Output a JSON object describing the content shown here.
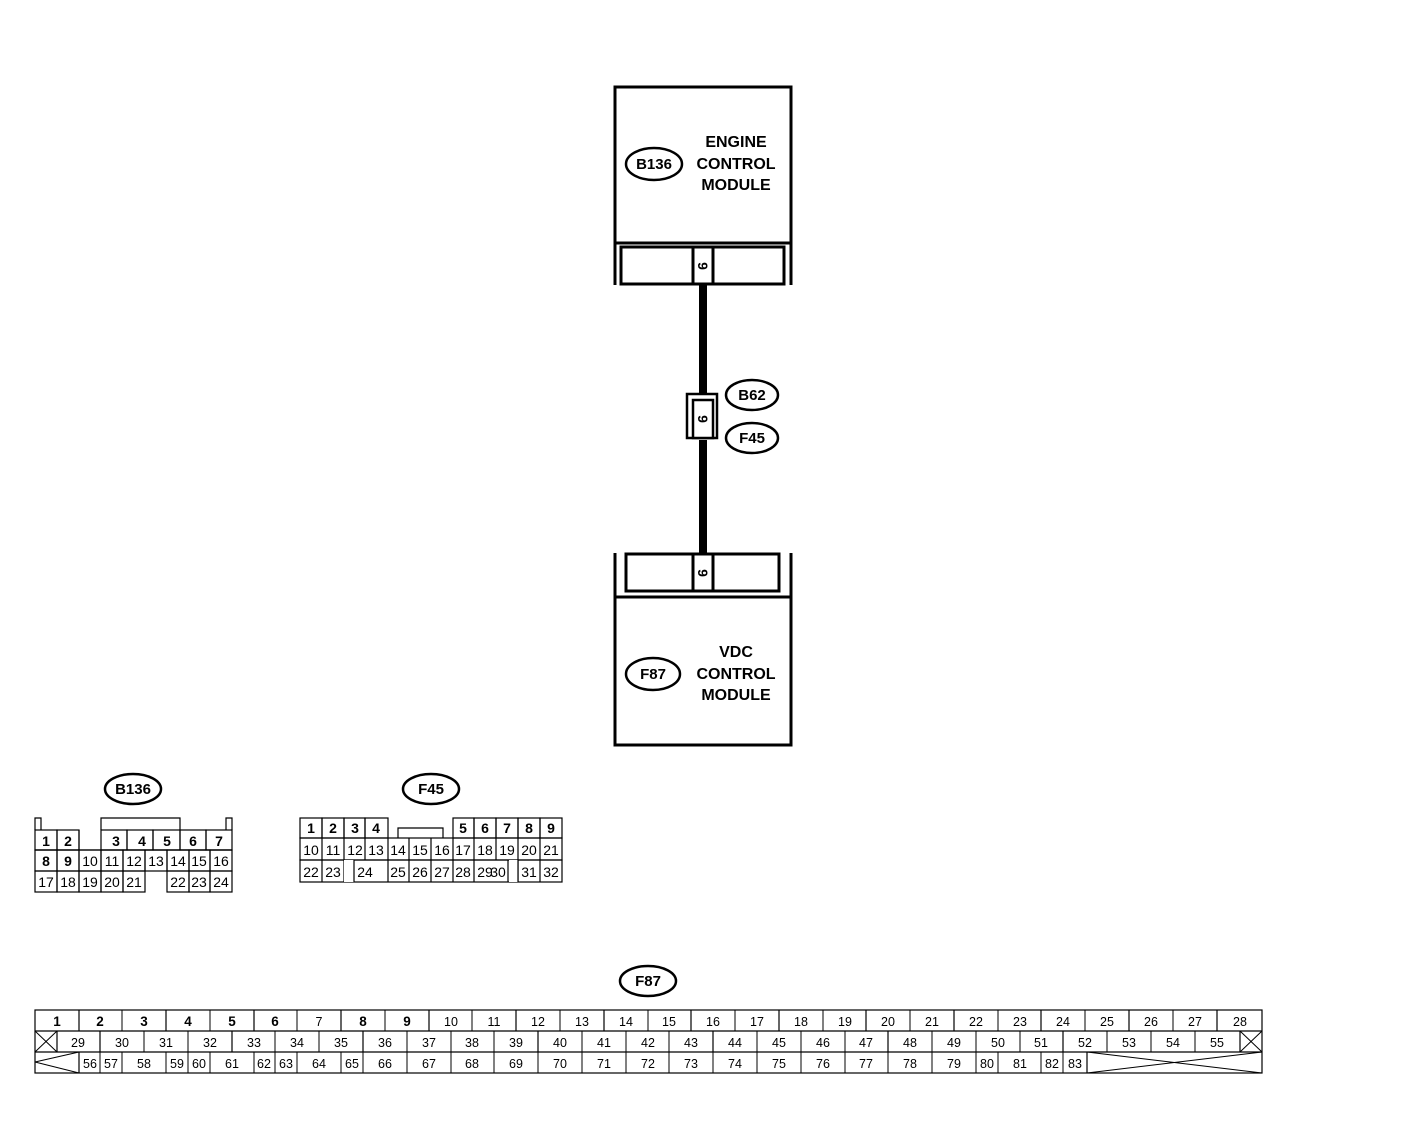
{
  "modules": {
    "ecm": {
      "connector": "B136",
      "lines": [
        "ENGINE",
        "CONTROL",
        "MODULE"
      ],
      "pin": "9"
    },
    "vdc": {
      "connector": "F87",
      "lines": [
        "VDC",
        "CONTROL",
        "MODULE"
      ],
      "pin": "9"
    }
  },
  "joint": {
    "pin": "9",
    "connector_top": "B62",
    "connector_bottom": "F45"
  },
  "faces": {
    "b136": {
      "label": "B136",
      "row1": [
        "1",
        "2",
        "",
        "3",
        "4",
        "5",
        "6",
        "7"
      ],
      "row2": [
        "8",
        "9",
        "10",
        "11",
        "12",
        "13",
        "14",
        "15",
        "16"
      ],
      "row3": [
        "17",
        "18",
        "19",
        "20",
        "21",
        "",
        "22",
        "23",
        "24"
      ]
    },
    "f45": {
      "label": "F45",
      "row1": [
        "1",
        "2",
        "3",
        "4",
        "",
        "",
        "",
        "5",
        "6",
        "7",
        "8",
        "9"
      ],
      "row2": [
        "10",
        "11",
        "12",
        "13",
        "14",
        "15",
        "16",
        "17",
        "18",
        "19",
        "20",
        "21"
      ],
      "row3": [
        "22",
        "23",
        "",
        "24",
        "25",
        "26",
        "27",
        "28",
        "29",
        "30",
        "31",
        "32"
      ]
    },
    "f87": {
      "label": "F87",
      "row1": [
        "1",
        "2",
        "3",
        "4",
        "5",
        "6",
        "7",
        "8",
        "9",
        "10",
        "11",
        "12",
        "13",
        "14",
        "15",
        "16",
        "17",
        "18",
        "19",
        "20",
        "21",
        "22",
        "23",
        "24",
        "25",
        "26",
        "27",
        "28"
      ],
      "row2": [
        "29",
        "30",
        "31",
        "32",
        "33",
        "34",
        "35",
        "36",
        "37",
        "38",
        "39",
        "40",
        "41",
        "42",
        "43",
        "44",
        "45",
        "46",
        "47",
        "48",
        "49",
        "50",
        "51",
        "52",
        "53",
        "54",
        "55"
      ],
      "row3": [
        "56",
        "57",
        "58",
        "59",
        "60",
        "61",
        "62",
        "63",
        "64",
        "65",
        "66",
        "67",
        "68",
        "69",
        "70",
        "71",
        "72",
        "73",
        "74",
        "75",
        "76",
        "77",
        "78",
        "79",
        "80",
        "81",
        "82",
        "83"
      ]
    }
  }
}
